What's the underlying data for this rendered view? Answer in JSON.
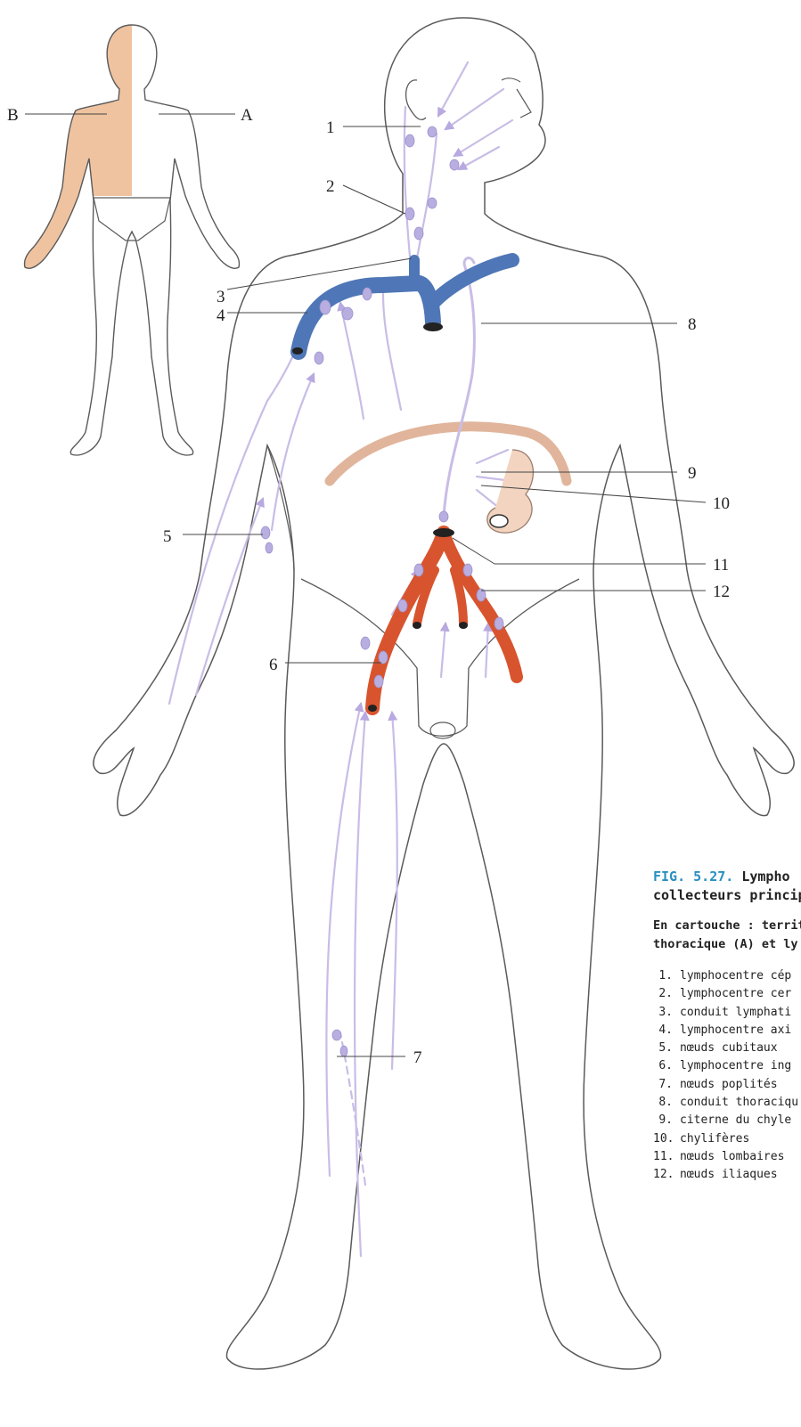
{
  "caption": {
    "figure_number": "FIG. 5.27.",
    "title_line1": "Lympho",
    "title_line2": "collecteurs princip",
    "subtitle_line1": "En cartouche : territ",
    "subtitle_line2": "thoracique (A) et ly"
  },
  "legend": [
    {
      "num": "1.",
      "text": "lymphocentre cép"
    },
    {
      "num": "2.",
      "text": "lymphocentre cer"
    },
    {
      "num": "3.",
      "text": "conduit lymphati"
    },
    {
      "num": "4.",
      "text": "lymphocentre axi"
    },
    {
      "num": "5.",
      "text": "nœuds cubitaux"
    },
    {
      "num": "6.",
      "text": "lymphocentre ing"
    },
    {
      "num": "7.",
      "text": "nœuds poplités"
    },
    {
      "num": "8.",
      "text": "conduit thoraciqu"
    },
    {
      "num": "9.",
      "text": "citerne du chyle"
    },
    {
      "num": "10.",
      "text": "chylifères"
    },
    {
      "num": "11.",
      "text": "nœuds lombaires"
    },
    {
      "num": "12.",
      "text": "nœuds iliaques"
    }
  ],
  "callouts": {
    "n1": "1",
    "n2": "2",
    "n3": "3",
    "n4": "4",
    "n5": "5",
    "n6": "6",
    "n7": "7",
    "n8": "8",
    "n9": "9",
    "n10": "10",
    "n11": "11",
    "n12": "12",
    "inset_a": "A",
    "inset_b": "B"
  },
  "colors": {
    "outline": "#5a5a5a",
    "lymph": "#c9bde6",
    "node": "#b9aee0",
    "vein": "#4f77b7",
    "artery": "#d8542e",
    "diaphragm": "#e0b59c",
    "inset_fill": "#efc3a0",
    "caption_accent": "#2a8fc2"
  }
}
